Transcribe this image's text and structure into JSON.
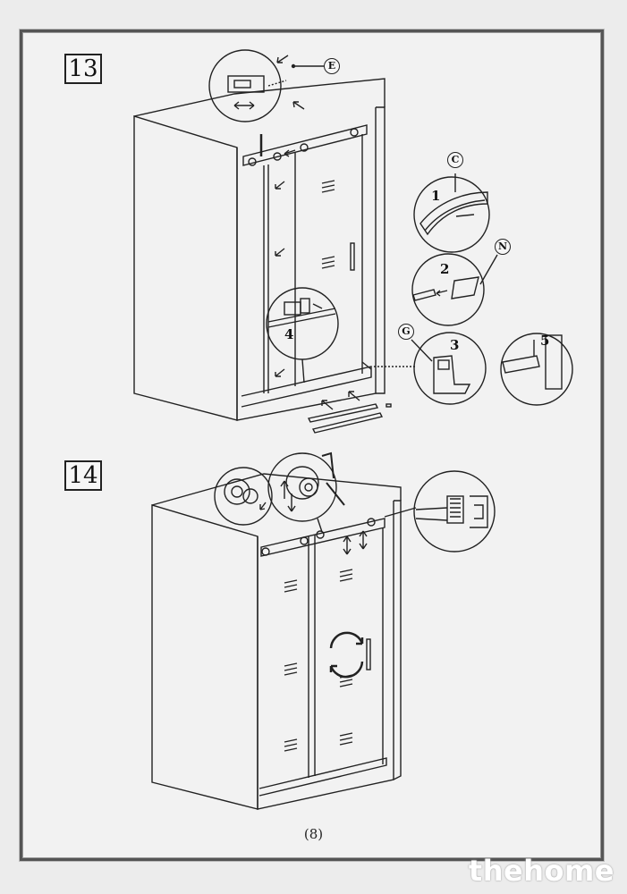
{
  "steps": {
    "step13": {
      "number": "13",
      "callouts": [
        "E",
        "C",
        "N",
        "G"
      ],
      "details": [
        "1",
        "2",
        "3",
        "4",
        "5"
      ]
    },
    "step14": {
      "number": "14"
    }
  },
  "page_number": "(8)",
  "watermark": "thehome"
}
